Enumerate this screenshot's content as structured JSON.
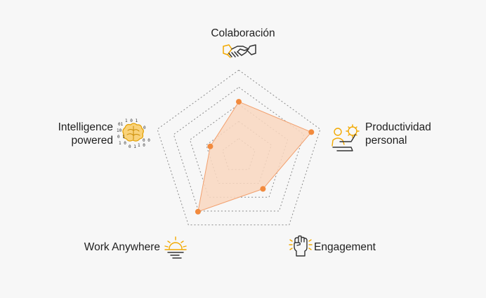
{
  "chart_data": {
    "type": "radar",
    "axes": [
      "Colaboración",
      "Productividad personal",
      "Engagement",
      "Work Anywhere",
      "Intelligence powered"
    ],
    "axis_label_lines": [
      [
        "Colaboración"
      ],
      [
        "Productividad",
        "personal"
      ],
      [
        "Engagement"
      ],
      [
        "Work Anywhere"
      ],
      [
        "Intelligence",
        "powered"
      ]
    ],
    "levels": 5,
    "range": [
      0,
      5
    ],
    "grid": true,
    "values": [
      3.15,
      4.45,
      2.4,
      4.05,
      1.75
    ],
    "fill_color": "#f9d7bf",
    "line_color": "#f2a06e",
    "point_color": "#f28a3d",
    "grid_color": "#8a8a8a",
    "icon_color": "#f2a900"
  },
  "icons": {
    "top": "handshake-icon",
    "right": "productivity-icon",
    "bottom_right": "raised-fist-icon",
    "bottom_left": "sunrise-icon",
    "left": "brain-binary-icon"
  }
}
